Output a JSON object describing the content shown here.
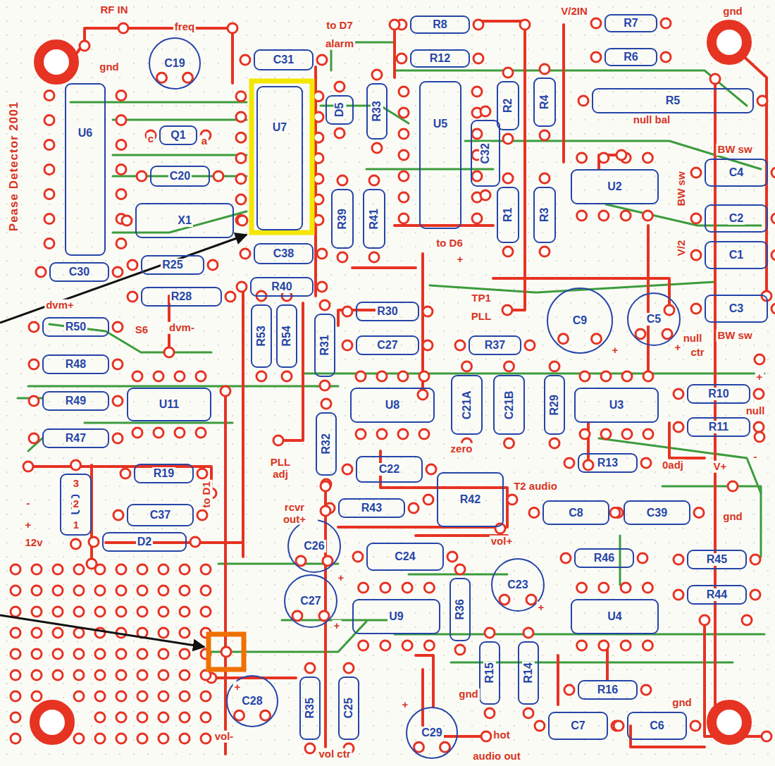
{
  "diagram": {
    "title": "Pease Detector 2001",
    "nodes": [
      {
        "text": [
          "C19"
        ]
      },
      {
        "text": [
          "C31"
        ]
      },
      {
        "text": [
          "R8"
        ]
      },
      {
        "text": [
          "R12"
        ]
      },
      {
        "text": [
          "R7"
        ]
      },
      {
        "text": [
          "R6"
        ]
      },
      {
        "text": [
          "U6"
        ]
      },
      {
        "text": [
          "Q1"
        ]
      },
      {
        "text": [
          "U7"
        ]
      },
      {
        "text": [
          "D5"
        ]
      },
      {
        "text": [
          "R33"
        ]
      },
      {
        "text": [
          "U5"
        ]
      },
      {
        "text": [
          "R2"
        ]
      },
      {
        "text": [
          "R4"
        ]
      },
      {
        "text": [
          "C32"
        ]
      },
      {
        "text": [
          "R5"
        ]
      },
      {
        "text": [
          "C20"
        ]
      },
      {
        "text": [
          "U2"
        ]
      },
      {
        "text": [
          "C4"
        ]
      },
      {
        "text": [
          "X1"
        ]
      },
      {
        "text": [
          "R39"
        ]
      },
      {
        "text": [
          "R41"
        ]
      },
      {
        "text": [
          "R1"
        ]
      },
      {
        "text": [
          "R3"
        ]
      },
      {
        "text": [
          "C2"
        ]
      },
      {
        "text": [
          "C1"
        ]
      },
      {
        "text": [
          "C30"
        ]
      },
      {
        "text": [
          "C38"
        ]
      },
      {
        "text": [
          "R25"
        ]
      },
      {
        "text": [
          "R40"
        ]
      },
      {
        "text": [
          "R28"
        ]
      },
      {
        "text": [
          "C3"
        ]
      },
      {
        "text": [
          "C9"
        ]
      },
      {
        "text": [
          "C5"
        ]
      },
      {
        "text": [
          "R50"
        ]
      },
      {
        "text": [
          "R53"
        ]
      },
      {
        "text": [
          "R54"
        ]
      },
      {
        "text": [
          "R31"
        ]
      },
      {
        "text": [
          "R30"
        ]
      },
      {
        "text": [
          "C27"
        ]
      },
      {
        "text": [
          "R37"
        ]
      },
      {
        "text": [
          "R48"
        ]
      },
      {
        "text": [
          "R49"
        ]
      },
      {
        "text": [
          "U11"
        ]
      },
      {
        "text": [
          "U8"
        ]
      },
      {
        "text": [
          "C21A"
        ]
      },
      {
        "text": [
          "C21B"
        ]
      },
      {
        "text": [
          "R29"
        ]
      },
      {
        "text": [
          "U3"
        ]
      },
      {
        "text": [
          "R10"
        ]
      },
      {
        "text": [
          "R11"
        ]
      },
      {
        "text": [
          "R47"
        ]
      },
      {
        "text": [
          "R32"
        ]
      },
      {
        "text": [
          "C22"
        ]
      },
      {
        "text": [
          "R13"
        ]
      },
      {
        "text": [
          "R19"
        ]
      },
      {
        "text": [
          "R42"
        ]
      },
      {
        "text": [
          "U10"
        ]
      },
      {
        "text": [
          "R43"
        ]
      },
      {
        "text": [
          "C37"
        ]
      },
      {
        "text": [
          "C8"
        ]
      },
      {
        "text": [
          "C39"
        ]
      },
      {
        "text": [
          "D2"
        ]
      },
      {
        "text": [
          "C26"
        ]
      },
      {
        "text": [
          "C24"
        ]
      },
      {
        "text": [
          "C27"
        ]
      },
      {
        "text": [
          "C23"
        ]
      },
      {
        "text": [
          "R46"
        ]
      },
      {
        "text": [
          "R45"
        ]
      },
      {
        "text": [
          "R44"
        ]
      },
      {
        "text": [
          "U9"
        ]
      },
      {
        "text": [
          "R36"
        ]
      },
      {
        "text": [
          "U4"
        ]
      },
      {
        "text": [
          "R15"
        ]
      },
      {
        "text": [
          "R14"
        ]
      },
      {
        "text": [
          "R16"
        ]
      },
      {
        "text": [
          "C28"
        ]
      },
      {
        "text": [
          "R35"
        ]
      },
      {
        "text": [
          "C25"
        ]
      },
      {
        "text": [
          "C29"
        ]
      },
      {
        "text": [
          "C7"
        ]
      },
      {
        "text": [
          "C6"
        ]
      }
    ],
    "labels": [
      "RF IN",
      "freq",
      "gnd",
      "c",
      "a",
      "to D7",
      "alarm",
      "V/2IN",
      "gnd",
      "null bal",
      "BW sw",
      "BW sw",
      "V/2",
      "BW sw",
      "to D6",
      "+",
      "TP1",
      "PLL",
      "+",
      "+",
      "null",
      "ctr",
      "dvm+",
      "S6",
      "dvm-",
      "+",
      "null",
      "-",
      "PLL adj",
      "zero",
      "0adj",
      "T2 audio",
      "V+",
      "rcvr out+",
      "gnd",
      "to D1",
      "3",
      "2",
      "1",
      "-",
      "+",
      "12v",
      "vol+",
      "+",
      "+",
      "+",
      "gnd",
      "gnd",
      "+",
      "+",
      "vol-",
      "vol ctr",
      "hot",
      "audio out"
    ]
  }
}
